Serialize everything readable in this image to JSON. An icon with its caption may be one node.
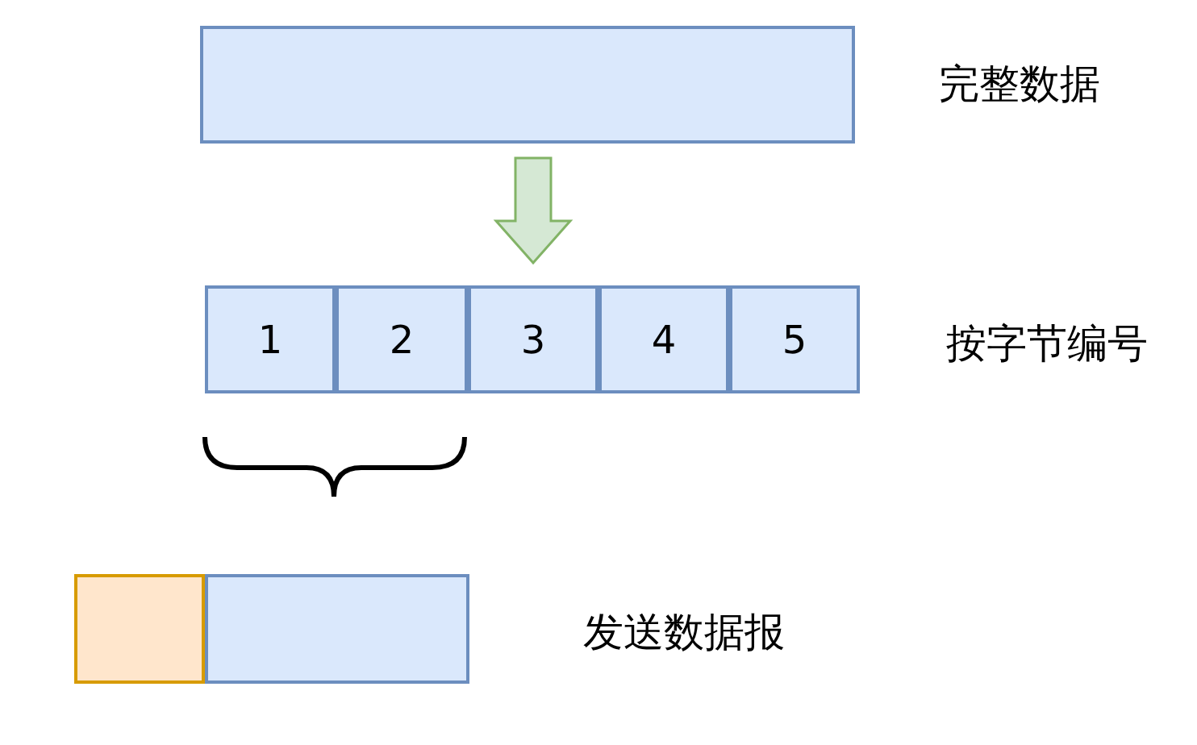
{
  "diagram": {
    "nodes": [
      {
        "text": [],
        "shape": "box"
      },
      {
        "text": [
          "1"
        ]
      },
      {
        "text": [
          "2"
        ]
      },
      {
        "text": [
          "3"
        ]
      },
      {
        "text": [
          "4"
        ]
      },
      {
        "text": [
          "5"
        ]
      },
      {
        "text": [],
        "shape": "box"
      },
      {
        "text": [],
        "shape": "box"
      }
    ],
    "edges": [
      {
        "from": 0,
        "to": 3,
        "arrow": "to"
      }
    ],
    "labels": [
      "完整数据",
      "按字节编号",
      "发送数据报"
    ]
  }
}
